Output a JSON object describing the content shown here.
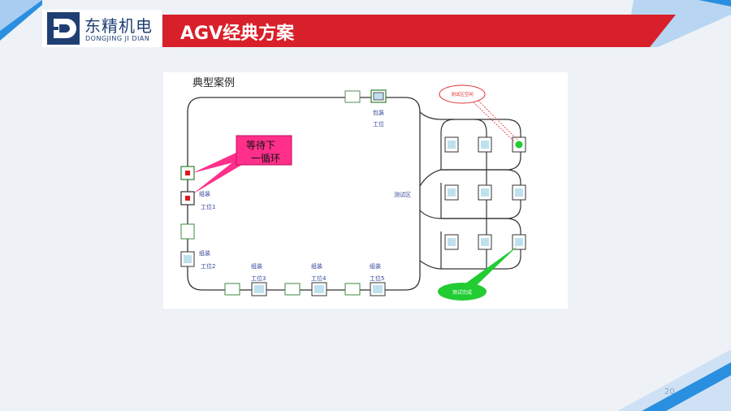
{
  "header": {
    "logo_cn": "东精机电",
    "logo_en": "DONGJING JI DIAN",
    "title": "AGV经典方案"
  },
  "colors": {
    "brand_red": "#d8202a",
    "brand_blue": "#1f3f73",
    "accent_blue": "#2a8fe0",
    "callout_pink": "#ff2f8a",
    "indicator_green": "#22cc33"
  },
  "diagram": {
    "heading": "典型案例",
    "callout_wait_line1": "等待下",
    "callout_wait_line2": "一循环",
    "callout_test_zone": "测试区空闲",
    "callout_test_done": "测试完成",
    "label_packing_1": "包装",
    "label_packing_2": "工位",
    "label_test_area": "测试区",
    "label_assembly": "组装",
    "label_station_1": "工位1",
    "label_station_2": "工位2",
    "label_station_3": "工位3",
    "label_station_4": "工位4",
    "label_station_5": "工位5"
  },
  "page_number": "20"
}
